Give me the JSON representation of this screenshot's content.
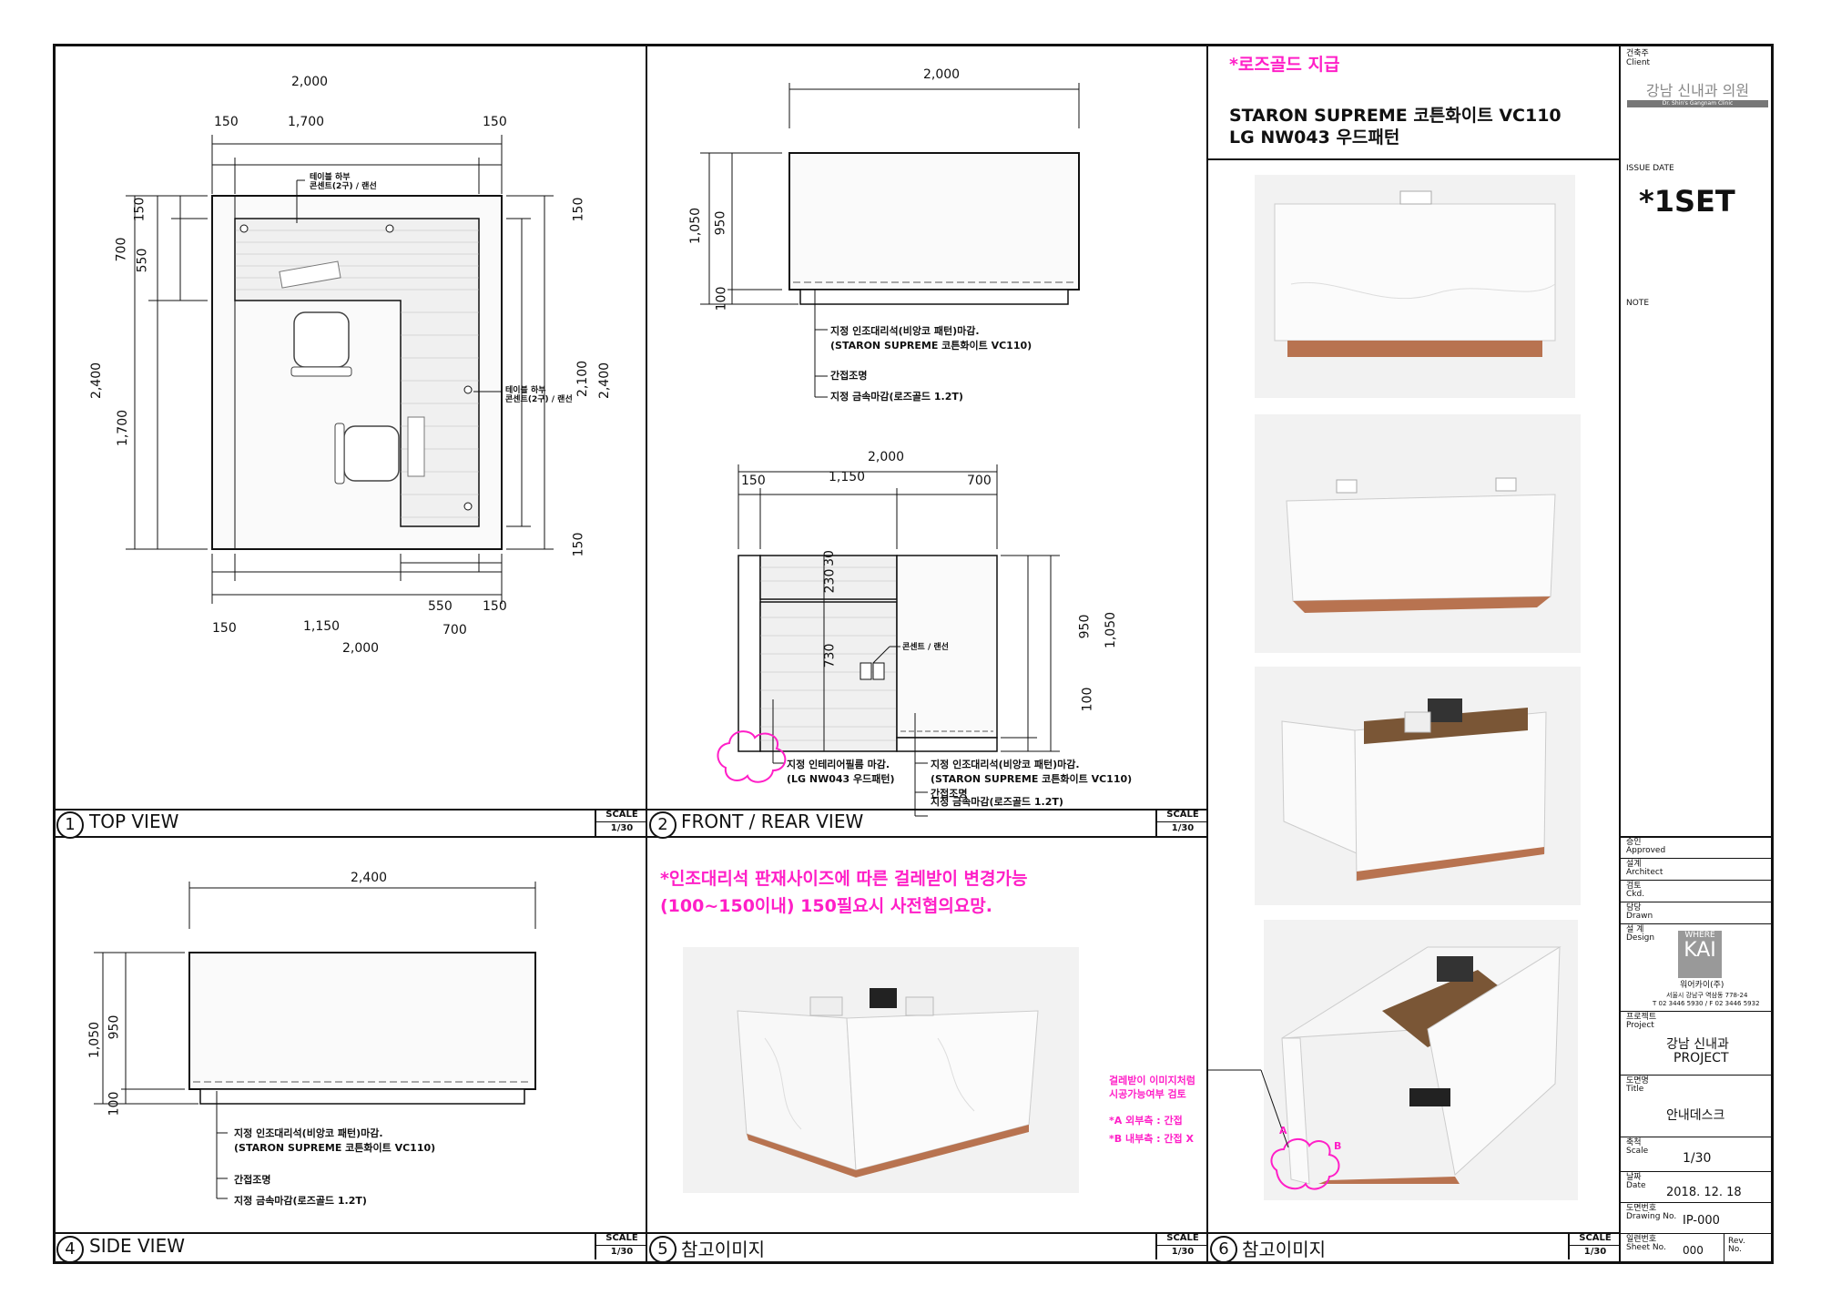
{
  "header": {
    "note_rosegold": "*로즈골드 지급",
    "material_line1": "STARON SUPREME 코튼화이트  VC110",
    "material_line2": "LG NW043 우드패턴"
  },
  "views": {
    "top": {
      "num": "1",
      "title": "TOP VIEW",
      "scale_label": "SCALE",
      "scale": "1/30"
    },
    "front": {
      "num": "2",
      "title": "FRONT / REAR VIEW",
      "scale_label": "SCALE",
      "scale": "1/30"
    },
    "side": {
      "num": "4",
      "title": "SIDE VIEW",
      "scale_label": "SCALE",
      "scale": "1/30"
    },
    "ref5": {
      "num": "5",
      "title": "참고이미지",
      "scale_label": "SCALE",
      "scale": "1/30"
    },
    "ref6": {
      "num": "6",
      "title": "참고이미지",
      "scale_label": "SCALE",
      "scale": "1/30"
    }
  },
  "top_view": {
    "dims_top": {
      "total": "2,000",
      "left": "150",
      "mid": "1,700",
      "right": "150"
    },
    "dims_bottom": {
      "a": "550",
      "b": "150",
      "c": "150",
      "d": "1,150",
      "e": "700",
      "total": "2,000"
    },
    "dims_left": {
      "total": "2,400",
      "a": "700",
      "b": "150",
      "c": "550",
      "d": "1,700"
    },
    "dims_right": {
      "a": "150",
      "b": "2,100",
      "total": "2,400",
      "c": "150"
    },
    "note1": "테이블 하부\n콘센트(2구) / 랜선",
    "note2": "테이블 하부\n콘센트(2구) / 랜선"
  },
  "front_view": {
    "dim_top": "2,000",
    "dim_h1": "1,050",
    "dim_h2": "950",
    "dim_h3": "100",
    "note_a": "지정 인조대리석(비앙코 패턴)마감.",
    "note_b": "(STARON SUPREME 코튼화이트  VC110)",
    "note_c": "간접조명",
    "note_d": "지정 금속마감(로즈골드 1.2T)"
  },
  "rear_view": {
    "dim_total": "2,000",
    "dim_a": "150",
    "dim_b": "1,150",
    "dim_c": "700",
    "dim_v1": "30",
    "dim_v2": "230",
    "dim_v3": "730",
    "dim_h1": "950",
    "dim_h2": "1,050",
    "dim_h3": "100",
    "outlet": "콘센트 / 랜선",
    "film_a": "지정 인테리어필름 마감.",
    "film_b": "(LG NW043 우드패턴)",
    "note_a": "지정 인조대리석(비앙코 패턴)마감.",
    "note_b": "(STARON SUPREME 코튼화이트  VC110)",
    "note_c": "간접조명",
    "note_d": "지정 금속마감(로즈골드 1.2T)"
  },
  "side_view": {
    "dim_top": "2,400",
    "dim_h1": "1,050",
    "dim_h2": "950",
    "dim_h3": "100",
    "note_a": "지정 인조대리석(비앙코 패턴)마감.",
    "note_b": "(STARON SUPREME 코튼화이트  VC110)",
    "note_c": "간접조명",
    "note_d": "지정 금속마감(로즈골드 1.2T)"
  },
  "ref5": {
    "note1": "*인조대리석 판재사이즈에 따른 걸레받이 변경가능",
    "note2": "(100~150이내) 150필요시 사전협의요망."
  },
  "ref6": {
    "note1": "걸레받이 이미지처럼",
    "note2": "시공가능여부 검토",
    "note3": "*A 외부측 : 간접",
    "note4": "*B 내부측 : 간접 X",
    "label_a": "A",
    "label_b": "B"
  },
  "title_block": {
    "client_ko": "건축주",
    "client_en": "Client",
    "client_logo": "강남  신내과 의원",
    "client_logo_sub": "Dr. Shin's Gangnam Clinic",
    "issue_date": "ISSUE DATE",
    "set": "*1SET",
    "note": "NOTE",
    "approved_ko": "승인",
    "approved_en": "Approved",
    "architect_ko": "설계",
    "architect_en": "Architect",
    "ckd_ko": "검토",
    "ckd_en": "Ckd.",
    "drawn_ko": "담당",
    "drawn_en": "Drawn",
    "design_ko": "설 계",
    "design_en": "Design",
    "design_logo1": "WHERE",
    "design_logo2": "KAI",
    "design_company": "워어카이(주)",
    "design_addr": "서울시 강남구 역삼동 778-24",
    "design_tel": "T 02 3446 5930 / F 02 3446 5932",
    "project_ko": "프로젝트",
    "project_en": "Project",
    "project_1": "강남 신내과",
    "project_2": "PROJECT",
    "title_ko": "도면명",
    "title_en": "Title",
    "title_value": "안내데스크",
    "scale_ko": "축척",
    "scale_en": "Scale",
    "scale_value": "1/30",
    "date_ko": "날짜",
    "date_en": "Date",
    "date_value": "2018. 12. 18",
    "dwg_ko": "도면번호",
    "dwg_en": "Drawing No.",
    "dwg_value": "IP-000",
    "sheet_ko": "일련번호",
    "sheet_en": "Sheet No.",
    "sheet_value": "000",
    "rev_en1": "Rev.",
    "rev_en2": "No."
  },
  "colors": {
    "marble": "#f4f4f4",
    "wood": "#7a5636",
    "rosegold": "#b87350",
    "pink": "#ff1fc7"
  }
}
